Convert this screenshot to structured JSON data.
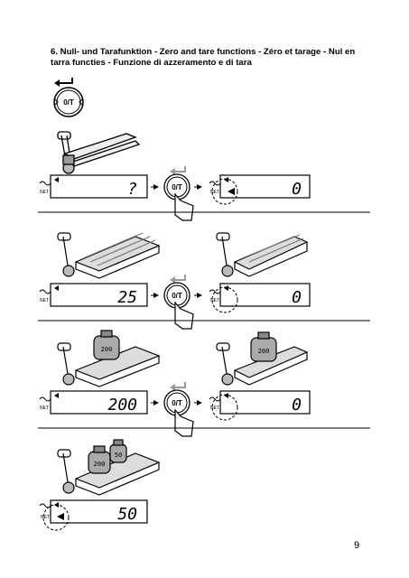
{
  "heading": "6. Null- und Tarafunktion - Zero and tare functions - Zéro et tarage - Nul en tarra functies - Funzione di azzeramento e di tara",
  "button_label": "0/T",
  "net_label": "NET",
  "displays": {
    "row1_before": "?",
    "row1_after": "0",
    "row2_before": "25",
    "row2_after": "0",
    "row3_before": "200",
    "row3_after": "0",
    "row4": "50"
  },
  "weights": {
    "row3_left": "200",
    "row3_right": "200",
    "row4_left": "200",
    "row4_right": "50"
  },
  "page_number": "9"
}
